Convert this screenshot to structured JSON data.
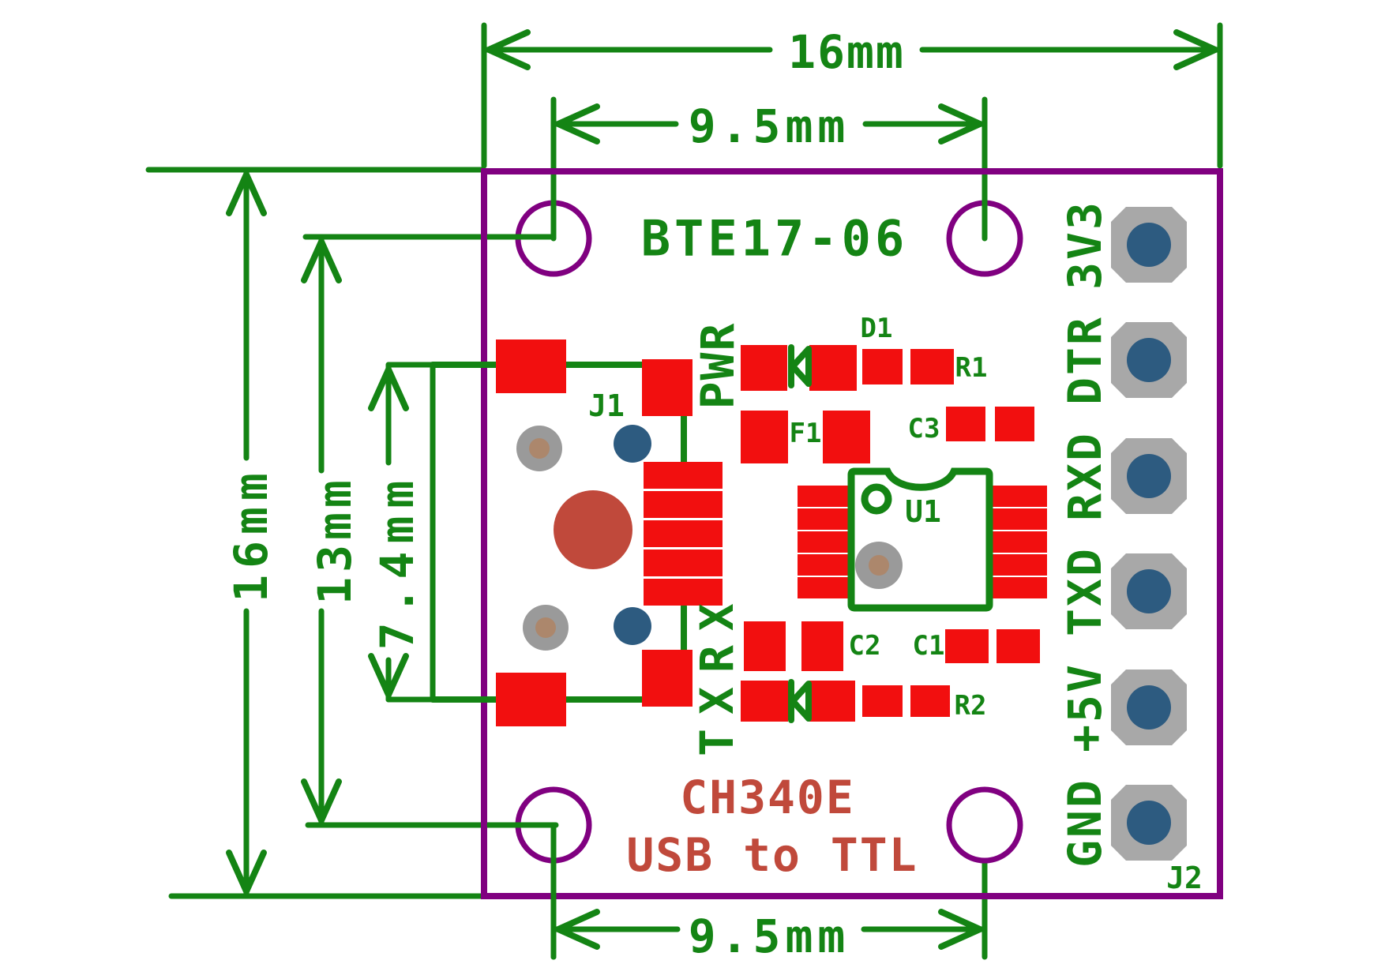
{
  "drawing": {
    "board_title": "BTE17-06",
    "chip_name": "CH340E",
    "chip_function": "USB to TTL"
  },
  "dimensions": {
    "board_width": "16mm",
    "hole_pitch_x": "9.5mm",
    "board_height": "16mm",
    "hole_pitch_y": "13mm",
    "usb_connector_width": "7.4mm",
    "hole_pitch_x_bottom": "9.5mm"
  },
  "silkscreen": {
    "usb_connector_ref": "J1",
    "header_ref": "J2",
    "ic_ref": "U1",
    "power_led_label": "PWR",
    "data_led_label": "TXRX",
    "diode1_ref": "D1",
    "resistor1_ref": "R1",
    "fuse_ref": "F1",
    "cap3_ref": "C3",
    "cap2_ref": "C2",
    "cap1_ref": "C1",
    "resistor2_ref": "R2"
  },
  "header_pins": [
    "3V3",
    "DTR",
    "RXD",
    "TXD",
    "+5V",
    "GND"
  ],
  "colors": {
    "dimension_green": "#148414",
    "outline_purple": "#800080",
    "pad_red": "#f20f0f",
    "silk_brick": "#c0493b",
    "pad_gray": "#a8a8a8",
    "hole_blue": "#2d5b80",
    "inner_tan": "#ac876c",
    "circle_gray": "#9a9a9a"
  }
}
